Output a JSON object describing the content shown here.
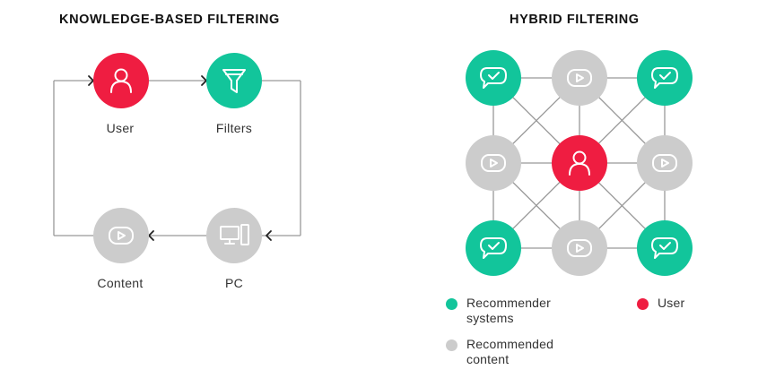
{
  "titles": {
    "left": "KNOWLEDGE-BASED FILTERING",
    "right": "HYBRID FILTERING"
  },
  "colors": {
    "user": "#ef1d41",
    "recommender": "#12c59b",
    "content": "#cccccc",
    "line": "#999999",
    "icon": "#ffffff"
  },
  "knowledge_based": {
    "nodes": {
      "user": {
        "label": "User",
        "icon": "user-icon"
      },
      "filters": {
        "label": "Filters",
        "icon": "filter-icon"
      },
      "pc": {
        "label": "PC",
        "icon": "devices-icon"
      },
      "content": {
        "label": "Content",
        "icon": "play-icon"
      }
    },
    "flow": [
      "user",
      "filters",
      "pc",
      "content",
      "user"
    ]
  },
  "hybrid": {
    "center": {
      "icon": "user-icon"
    },
    "grid_types": [
      [
        "recommender",
        "content",
        "recommender"
      ],
      [
        "content",
        "user",
        "content"
      ],
      [
        "recommender",
        "content",
        "recommender"
      ]
    ],
    "icons": {
      "recommender": "chat-check-icon",
      "content": "play-icon",
      "user": "user-icon"
    }
  },
  "legend": {
    "recommender": "Recommender systems",
    "user": "User",
    "content": "Recommended content"
  }
}
